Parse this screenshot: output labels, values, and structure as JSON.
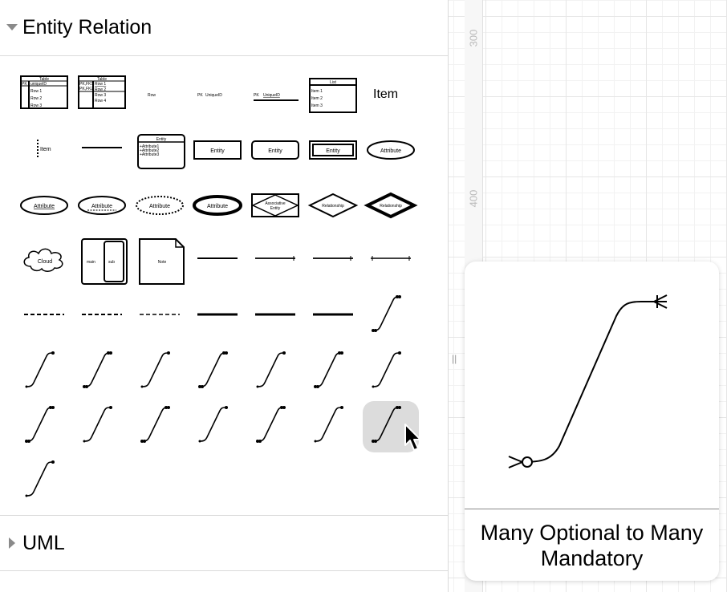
{
  "sidebar": {
    "sections": [
      {
        "label": "Entity Relation",
        "expanded": true
      },
      {
        "label": "UML",
        "expanded": false
      }
    ]
  },
  "shapes": {
    "table1": {
      "title": "Table",
      "pk": "PK",
      "field": "uniqueID",
      "rows": [
        "Row 1",
        "Row 2",
        "Row 3"
      ]
    },
    "table2": {
      "title": "Table",
      "keys": [
        "PK,FK1",
        "PK,FK2"
      ],
      "fields": [
        "Row 1",
        "Row 2",
        "Row 3",
        "Row 4"
      ]
    },
    "row": "Row",
    "pk_row": {
      "key": "PK",
      "value": "UniqueID"
    },
    "pk_row2": {
      "key": "PK",
      "value": "UniqueID"
    },
    "list": {
      "title": "List",
      "items": [
        "Item 1",
        "Item 2",
        "Item 3"
      ]
    },
    "item": "Item",
    "item_small": "Item",
    "entity_box": {
      "title": "Entity",
      "attrs": [
        "+Attribute1",
        "+Attribute2",
        "+Attribute3"
      ]
    },
    "entity": "Entity",
    "attribute": "Attribute",
    "associative_entity": "Associative Entity",
    "relationship": "Relationship",
    "cloud": "Cloud",
    "main": "main",
    "sub": "sub",
    "note": "Note"
  },
  "ruler": {
    "ticks": [
      "300",
      "400"
    ]
  },
  "preview": {
    "title": "Many Optional to Many Mandatory"
  },
  "colors": {
    "selected_bg": "#dcdcdc",
    "divider": "#dadada",
    "grid": "#e6e6e6"
  }
}
